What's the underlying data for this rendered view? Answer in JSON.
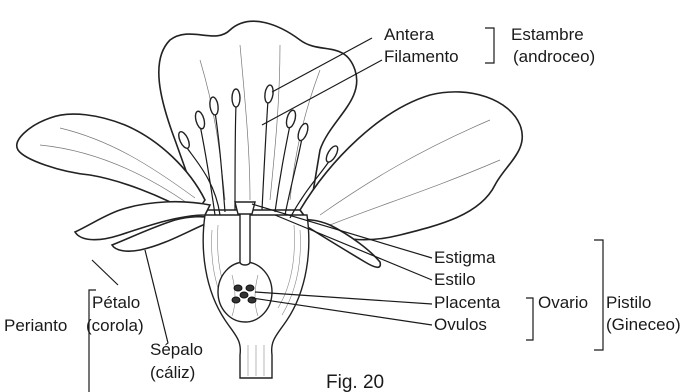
{
  "labels": {
    "antera": "Antera",
    "filamento": "Filamento",
    "estambre": "Estambre",
    "androceo": "(androceo)",
    "estigma": "Estigma",
    "estilo": "Estilo",
    "placenta": "Placenta",
    "ovulos": "Ovulos",
    "ovario": "Ovario",
    "pistilo": "Pistilo",
    "gineceo": "(Gineceo)",
    "periantio": "Perianto",
    "petalo": "Pétalo",
    "corola": "(corola)",
    "sepalo": "Sépalo",
    "caliz": "(cáliz)"
  },
  "caption": "Fig. 20"
}
